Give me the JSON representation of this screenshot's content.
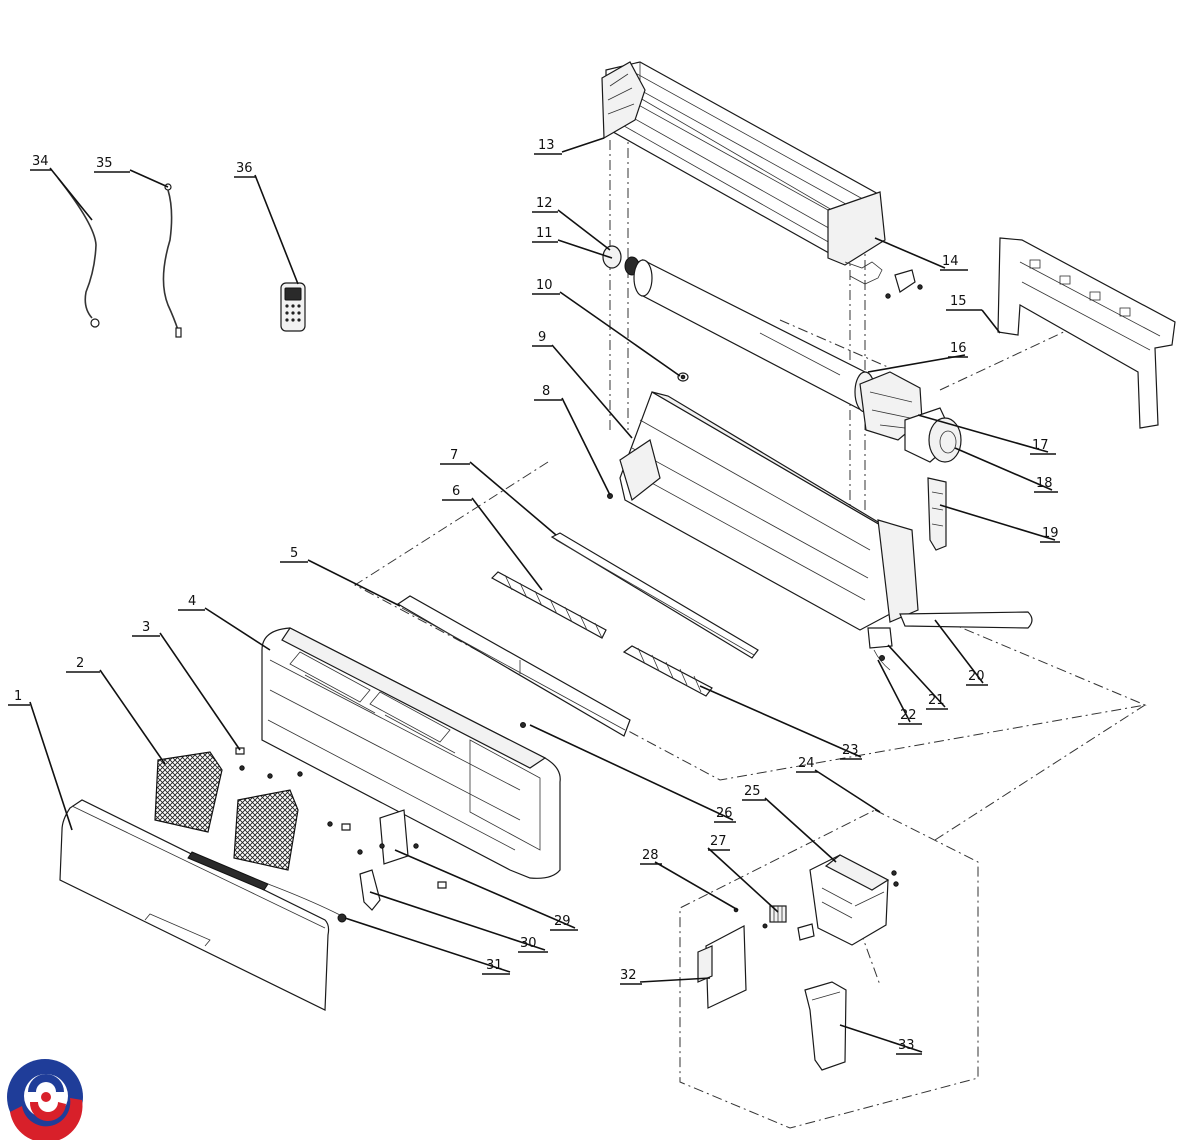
{
  "diagram": {
    "callouts": [
      "1",
      "2",
      "3",
      "4",
      "5",
      "6",
      "7",
      "8",
      "9",
      "10",
      "11",
      "12",
      "13",
      "14",
      "15",
      "16",
      "17",
      "18",
      "19",
      "20",
      "21",
      "22",
      "23",
      "24",
      "25",
      "26",
      "27",
      "28",
      "29",
      "30",
      "31",
      "32",
      "33",
      "34",
      "35",
      "36"
    ]
  },
  "logo": {
    "colors": [
      "#1f3d99",
      "#d8202a"
    ]
  }
}
